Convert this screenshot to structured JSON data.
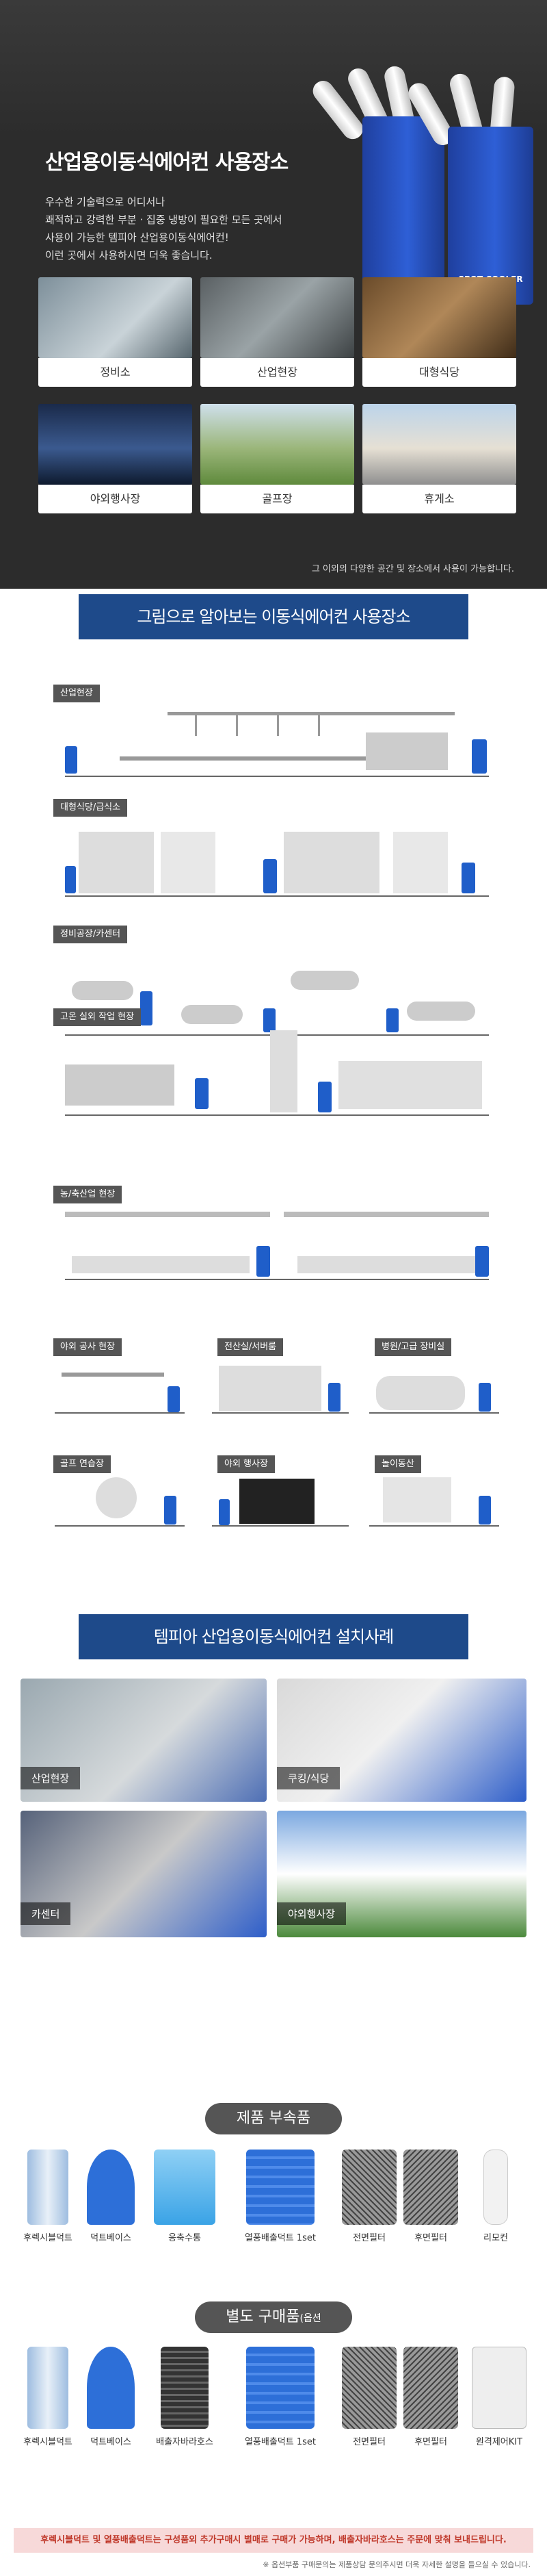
{
  "hero": {
    "title": "산업용이동식에어컨 사용장소",
    "desc": [
      "우수한 기술력으로 어디서나",
      "쾌적하고 강력한 부분 · 집중 냉방이 필요한 모든 곳에서",
      "사용이 가능한 템피아 산업용이동식에어컨!",
      "이런 곳에서 사용하시면 더욱 좋습니다."
    ],
    "cooler_label": "SPOT COOLER",
    "locations": [
      "정비소",
      "산업현장",
      "대형식당",
      "야외행사장",
      "골프장",
      "휴게소"
    ],
    "note": "그 이외의 다양한 공간 및 장소에서 사용이 가능합니다."
  },
  "section_usage": {
    "heading": "그림으로 알아보는 이동식에어컨 사용장소",
    "tags": [
      "산업현장",
      "대형식당/급식소",
      "정비공장/카센터",
      "고온 실외 작업 현장",
      "농/축산업 현장",
      "야외 공사 현장",
      "전산실/서버룸",
      "병원/고급 장비실",
      "골프 연습장",
      "야외 행사장",
      "놀이동산"
    ]
  },
  "section_cases": {
    "heading": "템피아 산업용이동식에어컨 설치사례",
    "photos": [
      "산업현장",
      "쿠킹/식당",
      "카센터",
      "야외행사장"
    ]
  },
  "section_parts": {
    "heading": "제품 부속품",
    "items": [
      "후렉시블덕트",
      "덕트베이스",
      "응축수통",
      "열풍배출덕트 1set",
      "전면필터",
      "후면필터",
      "리모컨"
    ]
  },
  "section_extra": {
    "heading": "별도 구매품",
    "heading_sub": "(옵션",
    "items": [
      "후렉시블덕트",
      "덕트베이스",
      "배출자바라호스",
      "열풍배출덕트 1set",
      "전면필터",
      "후면필터",
      "원격제어KIT"
    ],
    "warning": "후렉시블덕트 및 열풍배출덕트는 구성품외 추가구매시 별매로 구매가 가능하며, 배출자바라호스는 주문에 맞춰 보내드립니다.",
    "footnote": "※ 옵션부품 구매문의는 제품상담 문의주시면 더욱 자세한 설명을 들으실 수 있습니다."
  },
  "colors": {
    "brand_blue": "#1e4a8a",
    "machine_blue": "#1f5ec9",
    "dark_bg": "#2c2c2c",
    "warning_bg": "#f7d9d9",
    "warning_text": "#c0392b"
  }
}
